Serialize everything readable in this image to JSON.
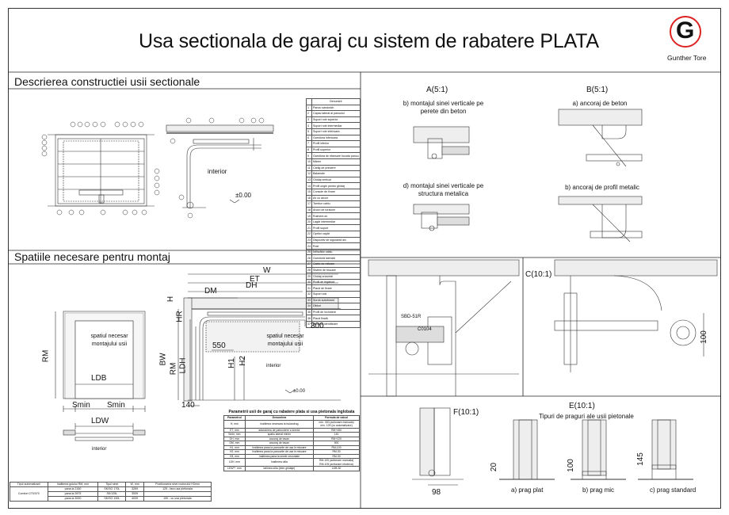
{
  "title": "Usa sectionala de garaj cu sistem de rabatere PLATA",
  "brand": {
    "initial": "G",
    "name": "Gunther Tore",
    "accent": "#d22222"
  },
  "sections": {
    "construction": "Descrierea constructiei usii sectionale",
    "space": "Spatiile necesare pentru montaj"
  },
  "construction_labels": {
    "interior": "interior",
    "level": "±0.00"
  },
  "parts_list": {
    "header": "Denumire",
    "items": [
      "Panou sandwich",
      "Capac lateral al panoului",
      "Suport role superior",
      "Suport role intermediar",
      "Suport role inferioara",
      "Garnitura inferioara",
      "Profil inferior",
      "Profil superior",
      "Garnitura de etansare bucata panou",
      "Mâner",
      "Cârlig de prindere",
      "Balamale",
      "Ghidaj vertical",
      "Profil unghi pentru ghidaj",
      "Console de fixare",
      "Ax cu arcuri",
      "Tambur cablu",
      "Arcuri de torsiune",
      "Rulment ax",
      "Lagăr intermediar",
      "Profil suport",
      "Opritor capăt",
      "Dispozitiv de siguranță arc",
      "Role",
      "Întinzător cablu",
      "Garnitură laterală",
      "Cablu de ridicare",
      "Sistem de blocare",
      "Ghidaj orizontal",
      "Profil de legătură",
      "Placă de fixare",
      "Suport colț",
      "Șurub autoforant",
      "Dibluri",
      "Profil de închidere",
      "Placă finală",
      "Etichetă identificare"
    ]
  },
  "space": {
    "front_labels": {
      "rm": "RM",
      "ldb": "LDB",
      "smin_left": "Smin",
      "smin_right": "Smin",
      "spatiul": "spatiul necesar\nmontajului usii"
    },
    "plan_labels": {
      "ldw": "LDW",
      "interior": "interior"
    },
    "side_labels": {
      "w": "W",
      "et": "ET",
      "dm": "DM",
      "dh": "DH",
      "h": "H",
      "hr": "HR",
      "bw": "BW",
      "rm": "RM",
      "ldh": "LDH",
      "h1": "H1",
      "h2": "H2",
      "d300": "300",
      "d550": "550",
      "d140": "140",
      "level": "±0.00",
      "interior": "interior",
      "spatiul": "spatiul necesar\nmontajului usii"
    }
  },
  "params_table": {
    "title": "Parametrii usii de garaj cu rabatere plata si usa pietonala inglobata",
    "headers": [
      "Parametrul",
      "Denumirea",
      "Formula de calcul"
    ],
    "rows": [
      [
        "H, mm",
        "înaltimea necesara la buiandrug",
        "min. 300 (actionare manuala)\nmin. 125 (cu automatizare)"
      ],
      [
        "ET, mm",
        "adancimea de patrundere a sinelor",
        "RM+450"
      ],
      [
        "Smin, mm",
        "spatiu lateral minim",
        "140"
      ],
      [
        "DH, mm",
        "ancoraj de tavan",
        "RM+220"
      ],
      [
        "DM, mm",
        "ancoraj de tavan",
        "500"
      ],
      [
        "H1, mm",
        "înaltimea pana la panourile de usa in miscare",
        "RM-100"
      ],
      [
        "H2, mm",
        "înaltimea pana la panourile de usa in miscare",
        "RM-30"
      ],
      [
        "H3, mm",
        "înaltimea pana la sinele orizontale",
        "RM-30"
      ],
      [
        "LDH, mm",
        "înaltimea utila",
        "RM-105 (actionare manuala)\nRM-105 (actionare electrica)"
      ],
      [
        "LDW**, mm",
        "latimea utila (intre ghidaje)",
        "LDB-30"
      ]
    ]
  },
  "bottom_table": {
    "headers": [
      "Tipul automatizarii",
      "Inaltimea golului RM, mm",
      "Tipul sinei",
      "W, mm",
      "Pozitionarea sinei motorului H3mm"
    ],
    "motor": "Comfort 270/370",
    "rows": [
      [
        "pana la 2150",
        "SK/SO 170L",
        "3269",
        "125 - fara usa pietonala"
      ],
      [
        "pana la 2875",
        "SK/125L",
        "3539",
        ""
      ],
      [
        "pana la 3000",
        "SK/SO 190L",
        "4039",
        "150 - cu usa pietonala"
      ]
    ]
  },
  "details": {
    "a_title": "A(5:1)",
    "a_b": "b) montajul sinei verticale pe perete din beton",
    "a_d": "d) montajul sinei verticale pe structura metalica",
    "b_title": "B(5:1)",
    "b_a": "a) ancoraj de beton",
    "b_b": "b) ancoraj de profil metalic",
    "c_title": "C(10:1)",
    "c_sbd": "SBD-51R",
    "c_code": "C0104",
    "c_dim": "100",
    "e_title": "E(10:1)",
    "e_sub": "Tipuri de praguri ale usii pietonale",
    "f_title": "F(10:1)",
    "f_dim": "98",
    "thresholds": [
      {
        "label": "a) prag plat",
        "dim": "20"
      },
      {
        "label": "b) prag mic",
        "dim": "100"
      },
      {
        "label": "c) prag standard",
        "dim": "145"
      }
    ]
  }
}
